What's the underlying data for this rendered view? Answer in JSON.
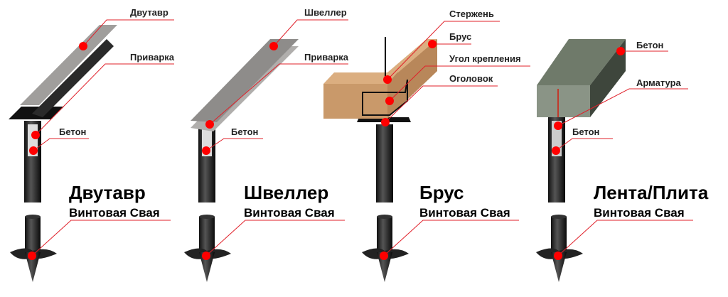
{
  "colors": {
    "accent": "#ff0000",
    "wood": "#c9996a",
    "steel": "#9a9896",
    "concrete": "#6f7a6a"
  },
  "columns": [
    {
      "title": "Двутавр",
      "pile": "Винтовая Свая",
      "labels": [
        "Двутавр",
        "Приварка",
        "Бетон"
      ]
    },
    {
      "title": "Швеллер",
      "pile": "Винтовая Свая",
      "labels": [
        "Швеллер",
        "Приварка",
        "Бетон"
      ]
    },
    {
      "title": "Брус",
      "pile": "Винтовая Свая",
      "labels": [
        "Стержень",
        "Брус",
        "Угол крепления",
        "Оголовок"
      ]
    },
    {
      "title": "Лента/Плита",
      "pile": "Винтовая Свая",
      "labels": [
        "Бетон",
        "Арматура",
        "Бетон"
      ]
    }
  ]
}
